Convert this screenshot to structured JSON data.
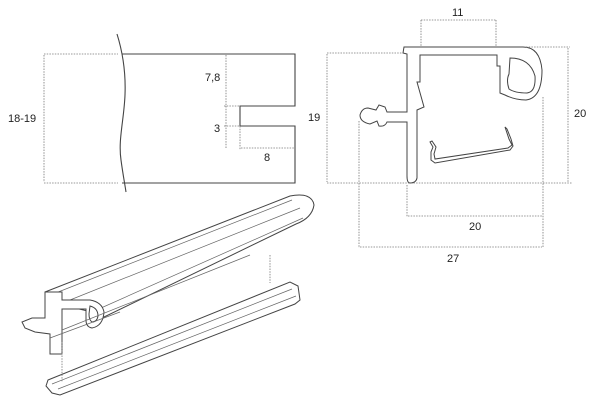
{
  "panel_section": {
    "height_label": "18-19",
    "groove_offset_label": "7,8",
    "groove_width_label": "3",
    "groove_depth_label": "8"
  },
  "profile_section": {
    "top_width_label": "11",
    "left_height_label": "19",
    "right_height_label": "20",
    "inner_width_label": "20",
    "total_width_label": "27"
  }
}
